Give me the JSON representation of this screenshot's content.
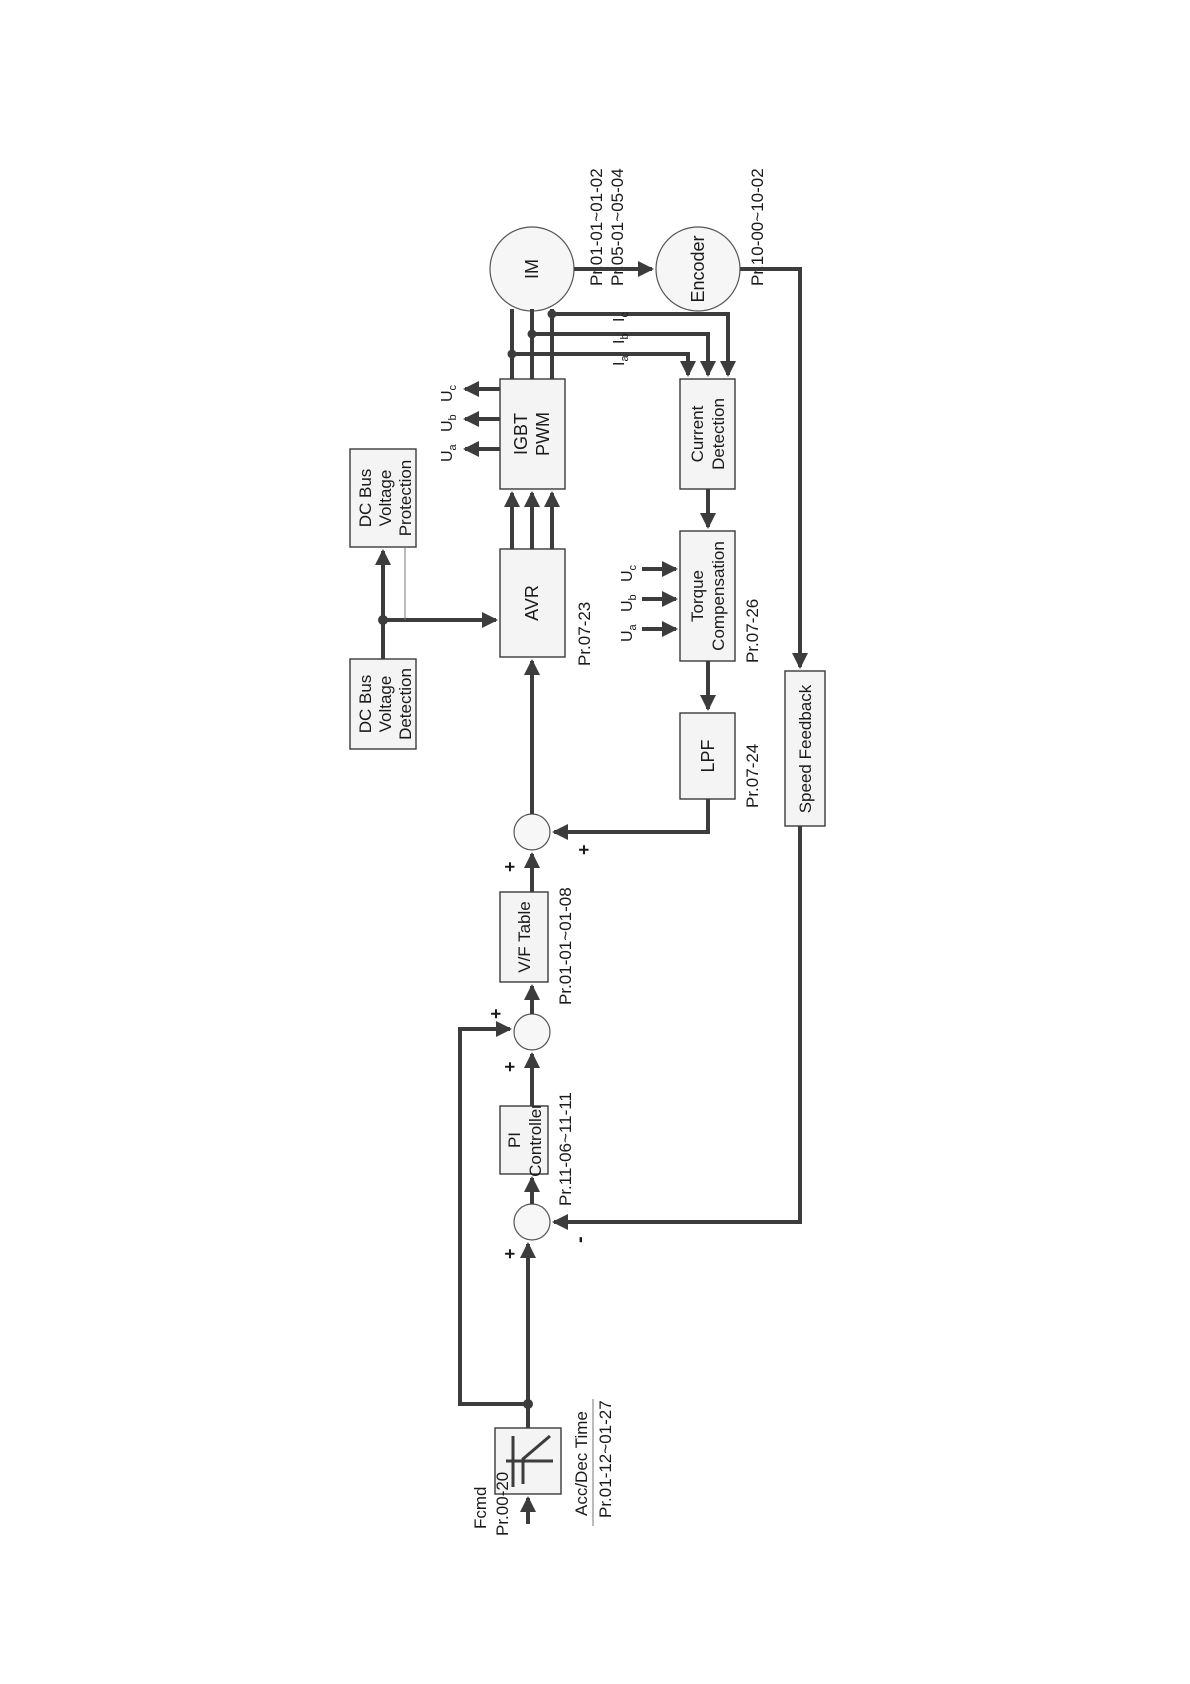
{
  "inputs": {
    "fcmd": "Fcmd",
    "fcmd_param": "Pr.00-20"
  },
  "blocks": {
    "accdec_label": "Acc/Dec Time",
    "accdec_param": "Pr.01-12~01-27",
    "pi_line1": "PI",
    "pi_line2": "Controller",
    "pi_param": "Pr.11-06~11-11",
    "vf_label": "V/F Table",
    "vf_param": "Pr.01-01~01-08",
    "avr_label": "AVR",
    "avr_param": "Pr.07-23",
    "dcdet_line1": "DC Bus",
    "dcdet_line2": "Voltage",
    "dcdet_line3": "Detection",
    "dcprot_line1": "DC Bus",
    "dcprot_line2": "Voltage",
    "dcprot_line3": "Protection",
    "igbt_line1": "IGBT",
    "igbt_line2": "PWM",
    "cur_line1": "Current",
    "cur_line2": "Detection",
    "torque_line1": "Torque",
    "torque_line2": "Compensation",
    "torque_param": "Pr.07-26",
    "lpf_label": "LPF",
    "lpf_param": "Pr.07-24",
    "speedfb_label": "Speed Feedback",
    "im_label": "IM",
    "im_param1": "Pr.01-01~01-02",
    "im_param2": "Pr.05-01~05-04",
    "encoder_label": "Encoder",
    "encoder_param": "Pr.10-00~10-02"
  },
  "signals": {
    "u": "U",
    "i": "I",
    "sub_a": "a",
    "sub_b": "b",
    "sub_c": "c",
    "plus": "+",
    "minus": "-"
  }
}
